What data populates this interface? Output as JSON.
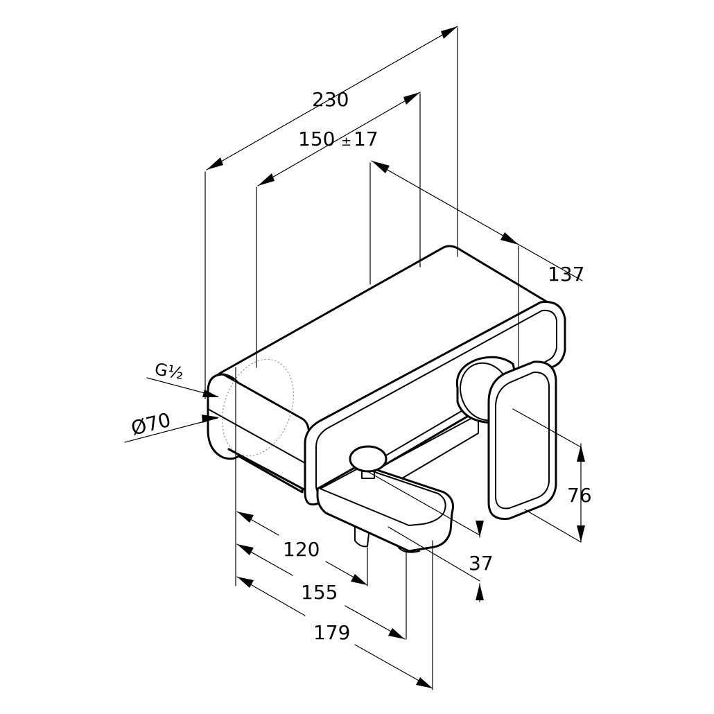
{
  "dimensions": {
    "d230": "230",
    "d150": "150",
    "d150_tol_sign": "±",
    "d150_tol": "17",
    "d137": "137",
    "d76": "76",
    "d37": "37",
    "d120": "120",
    "d155": "155",
    "d179": "179",
    "thread_prefix": "G",
    "thread_size": "½",
    "dia_symbol": "Ø",
    "dia_value": "70"
  }
}
